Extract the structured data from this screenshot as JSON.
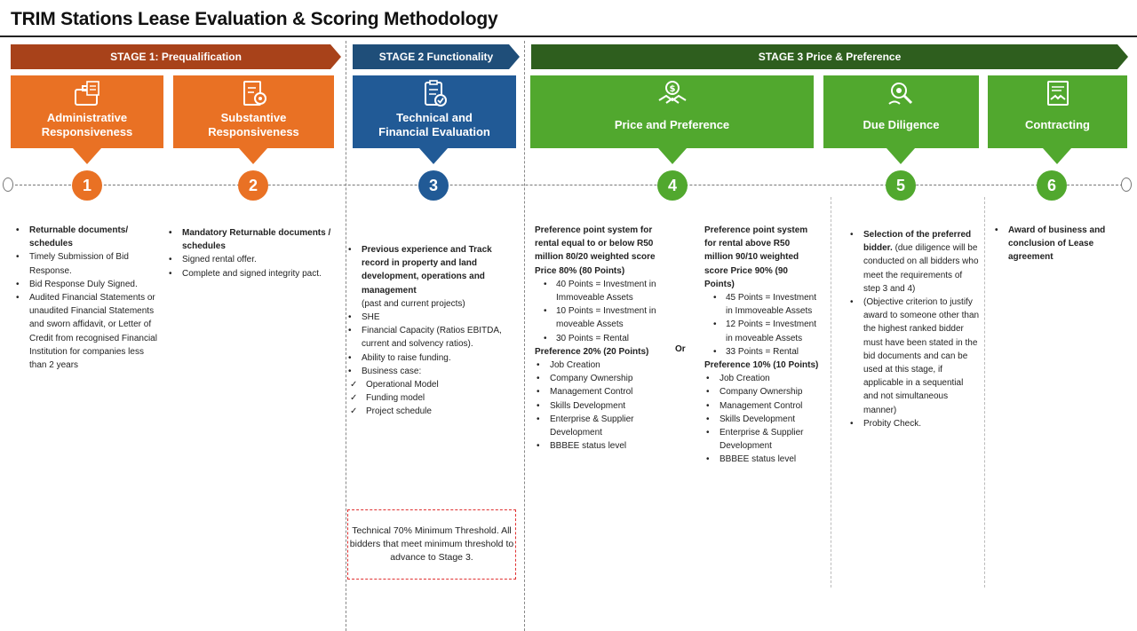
{
  "title": "TRIM Stations Lease Evaluation & Scoring Methodology",
  "stages": {
    "s1": "STAGE 1: Prequalification",
    "s2": "STAGE 2 Functionality",
    "s3": "STAGE 3 Price & Preference"
  },
  "cards": {
    "c1": {
      "line1": "Administrative",
      "line2": "Responsiveness",
      "icon": "briefcase-documents-icon",
      "color": "#e97124"
    },
    "c2": {
      "line1": "Substantive",
      "line2": "Responsiveness",
      "icon": "document-gear-icon",
      "color": "#e97124"
    },
    "c3": {
      "line1": "Technical  and",
      "line2": "Financial Evaluation",
      "icon": "clipboard-check-icon",
      "color": "#215a96"
    },
    "c4": {
      "line1": "Price and Preference",
      "icon": "handshake-money-icon",
      "color": "#51a82e"
    },
    "c5": {
      "line1": "Due Diligence",
      "icon": "magnifier-gear-icon",
      "color": "#51a82e"
    },
    "c6": {
      "line1": "Contracting",
      "icon": "contract-handshake-icon",
      "color": "#51a82e"
    }
  },
  "steps": [
    "1",
    "2",
    "3",
    "4",
    "5",
    "6"
  ],
  "col1": {
    "i1": "Returnable documents/ schedules",
    "i2": "Timely Submission of Bid Response.",
    "i3": "Bid Response Duly Signed.",
    "i4": "Audited Financial Statements or unaudited Financial Statements and sworn affidavit, or Letter of Credit from recognised Financial Institution for companies less than 2 years"
  },
  "col2": {
    "i1": "Mandatory Returnable documents / schedules",
    "i2": "Signed rental offer.",
    "i3": "Complete and signed integrity pact."
  },
  "col3": {
    "i1": "Previous experience and Track record in property and land development, operations and management",
    "i1b": "(past and current projects)",
    "i2": "SHE",
    "i3": "Financial Capacity (Ratios EBITDA, current and solvency ratios).",
    "i4": "Ability to raise funding.",
    "i5": "Business case:",
    "c1": "Operational Model",
    "c2": "Funding model",
    "c3": "Project schedule",
    "threshold": "Technical 70% Minimum Threshold. All bidders that meet minimum threshold to advance to Stage 3."
  },
  "col4a": {
    "head": "Preference point system for rental equal to or below R50 million 80/20 weighted score Price 80% (80 Points)",
    "p1": "40 Points = Investment in Immoveable Assets",
    "p2": "10 Points = Investment in moveable Assets",
    "p3": "30 Points = Rental",
    "pref": "Preference 20% (20 Points)",
    "r1": "Job Creation",
    "r2": "Company Ownership",
    "r3": "Management Control",
    "r4": "Skills Development",
    "r5": "Enterprise & Supplier Development",
    "r6": "BBBEE status level"
  },
  "or": "Or",
  "col4b": {
    "head": "Preference point system  for rental above R50 million 90/10 weighted score Price 90% (90 Points)",
    "p1": "45 Points = Investment in Immoveable Assets",
    "p2": "12 Points = Investment in moveable Assets",
    "p3": "33 Points = Rental",
    "pref": "Preference 10% (10 Points)",
    "r1": "Job Creation",
    "r2": "Company Ownership",
    "r3": "Management Control",
    "r4": "Skills Development",
    "r5": "Enterprise & Supplier Development",
    "r6": "BBBEE status level"
  },
  "col5": {
    "i1a": "Selection of the preferred bidder.",
    "i1b": " (due diligence will be conducted on all bidders who meet the requirements of step 3 and 4)",
    "i2": "(Objective criterion to justify award to someone other than the highest ranked bidder must have been stated in the bid documents and can be used at this stage, if applicable in a sequential and not simultaneous manner)",
    "i3": "Probity Check."
  },
  "col6": {
    "i1": "Award of business and conclusion of Lease agreement"
  }
}
